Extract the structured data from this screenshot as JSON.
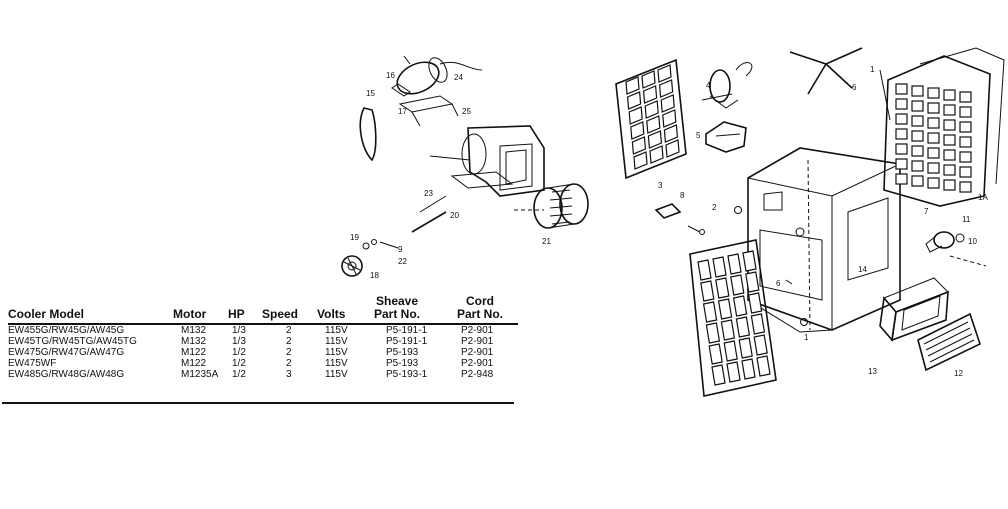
{
  "table": {
    "headers": {
      "model": "Cooler Model",
      "motor": "Motor",
      "hp": "HP",
      "speed": "Speed",
      "volts": "Volts",
      "sheave_line1": "Sheave",
      "sheave_line2": "Part No.",
      "cord_line1": "Cord",
      "cord_line2": "Part No."
    },
    "rows": [
      {
        "model": "EW455G/RW45G/AW45G",
        "motor": "M132",
        "hp": "1/3",
        "speed": "2",
        "volts": "115V",
        "sheave": "P5-191-1",
        "cord": "P2-901"
      },
      {
        "model": "EW45TG/RW45TG/AW45TG",
        "motor": "M132",
        "hp": "1/3",
        "speed": "2",
        "volts": "115V",
        "sheave": "P5-191-1",
        "cord": "P2-901"
      },
      {
        "model": "EW475G/RW47G/AW47G",
        "motor": "M122",
        "hp": "1/2",
        "speed": "2",
        "volts": "115V",
        "sheave": "P5-193",
        "cord": "P2-901"
      },
      {
        "model": "EW475WF",
        "motor": "M122",
        "hp": "1/2",
        "speed": "2",
        "volts": "115V",
        "sheave": "P5-193",
        "cord": "P2-901"
      },
      {
        "model": "EW485G/RW48G/AW48G",
        "motor": "M1235A",
        "hp": "1/2",
        "speed": "3",
        "volts": "115V",
        "sheave": "P5-193-1",
        "cord": "P2-948"
      }
    ]
  },
  "callouts": {
    "c1": "1",
    "c1a": "1A",
    "c2": "2",
    "c3": "3",
    "c4": "4",
    "c5": "5",
    "c6": "6",
    "c7": "7",
    "c8": "8",
    "c9": "9",
    "c10": "10",
    "c11": "11",
    "c12": "12",
    "c13": "13",
    "c14": "14",
    "c15": "15",
    "c16": "16",
    "c17": "17",
    "c18": "18",
    "c19": "19",
    "c20": "20",
    "c21": "21",
    "c22": "22",
    "c23": "23",
    "c24": "24",
    "c25": "25"
  }
}
